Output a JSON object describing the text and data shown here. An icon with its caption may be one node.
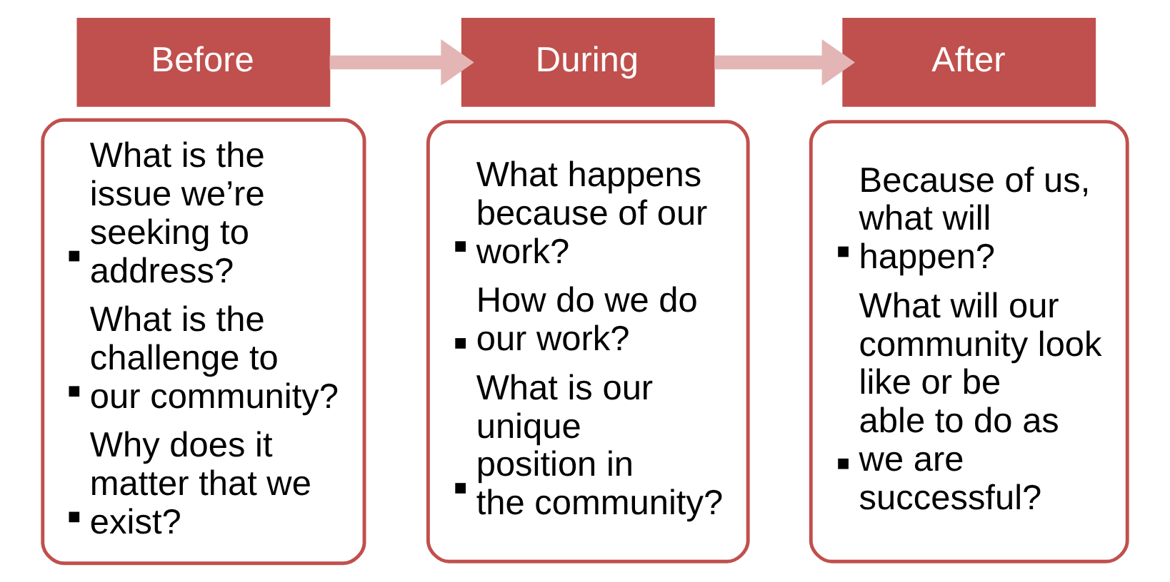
{
  "diagram": {
    "nodes": [
      {
        "text": [
          "Before"
        ]
      },
      {
        "text": [
          "What is the issue we’re seeking to address?",
          "What is the challenge to our community?",
          "Why does it matter that we exist?"
        ]
      },
      {
        "text": [
          "During"
        ]
      },
      {
        "text": [
          "What happens because of our work?",
          "How do we do our work?",
          "What is our unique position in the community?"
        ]
      },
      {
        "text": [
          "After"
        ]
      },
      {
        "text": [
          "Because of us, what will happen?",
          "What will our community look like or be able to do as we are successful?"
        ]
      }
    ],
    "edges": [
      {
        "from": 0,
        "to": 2,
        "arrow": "to"
      },
      {
        "from": 2,
        "to": 4,
        "arrow": "to"
      }
    ]
  }
}
